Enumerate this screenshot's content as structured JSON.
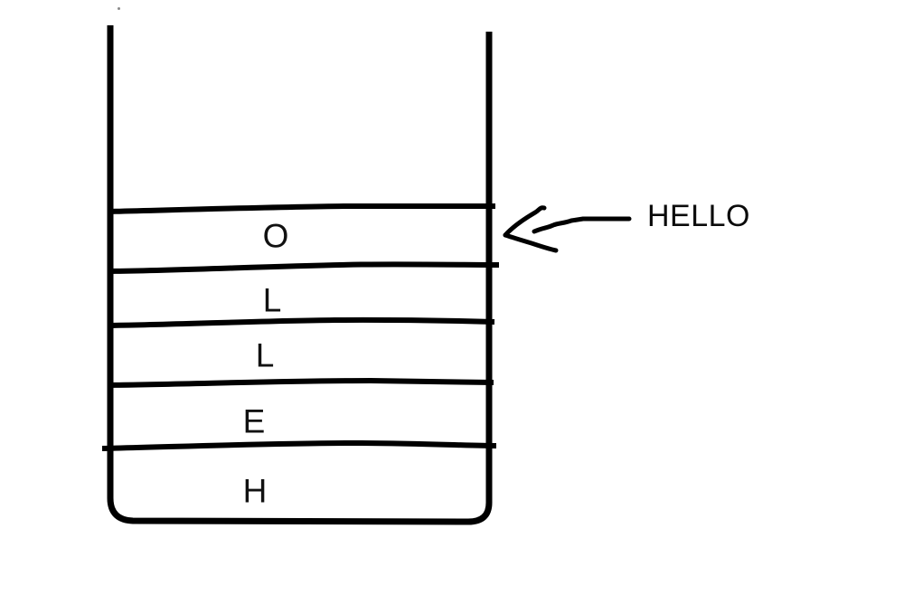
{
  "stack": {
    "cells_top_to_bottom": [
      "O",
      "L",
      "L",
      "E",
      "H"
    ]
  },
  "arrow_label": "HELLO",
  "colors": {
    "ink": "#000000",
    "background": "#ffffff"
  }
}
